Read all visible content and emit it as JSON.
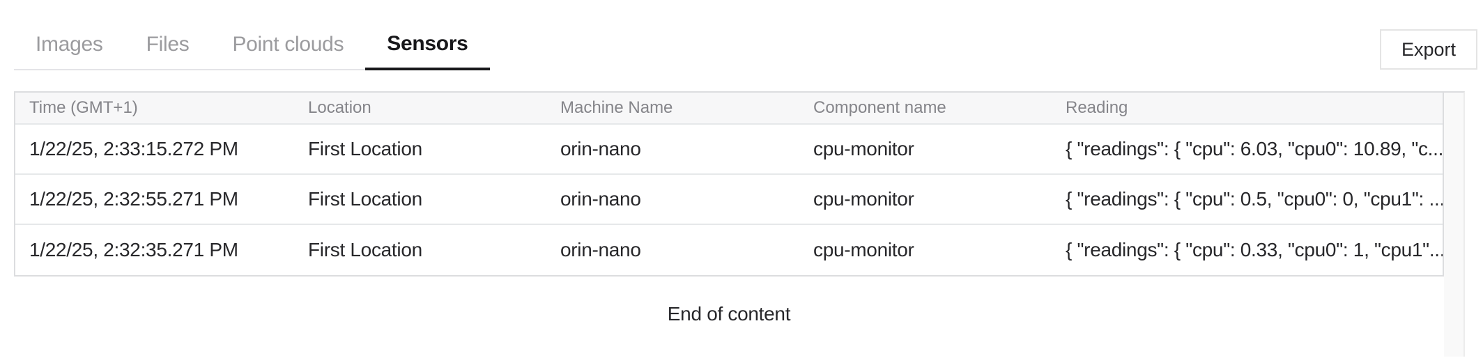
{
  "tabs": [
    {
      "label": "Images",
      "active": false
    },
    {
      "label": "Files",
      "active": false
    },
    {
      "label": "Point clouds",
      "active": false
    },
    {
      "label": "Sensors",
      "active": true
    }
  ],
  "export_button": {
    "label": "Export"
  },
  "table": {
    "columns": [
      "Time (GMT+1)",
      "Location",
      "Machine Name",
      "Component name",
      "Reading"
    ],
    "rows": [
      [
        "1/22/25, 2:33:15.272 PM",
        "First Location",
        "orin-nano",
        "cpu-monitor",
        "{ \"readings\": { \"cpu\": 6.03, \"cpu0\": 10.89, \"c..."
      ],
      [
        "1/22/25, 2:32:55.271 PM",
        "First Location",
        "orin-nano",
        "cpu-monitor",
        "{ \"readings\": { \"cpu\": 0.5, \"cpu0\": 0, \"cpu1\": ..."
      ],
      [
        "1/22/25, 2:32:35.271 PM",
        "First Location",
        "orin-nano",
        "cpu-monitor",
        "{ \"readings\": { \"cpu\": 0.33, \"cpu0\": 1, \"cpu1\"..."
      ]
    ]
  },
  "footer": {
    "end_text": "End of content"
  },
  "colors": {
    "text": "#27272a",
    "tab-active": "#18181b",
    "tab-inactive": "#9b9b9e",
    "divider": "#e4e4e7",
    "btn-border": "#e4e4e4",
    "table-border": "#dcdddf",
    "row-divider": "#e6e8ea",
    "header-bg": "#f7f7f8",
    "header-text": "#85858a",
    "track": "#f9f9f9"
  }
}
